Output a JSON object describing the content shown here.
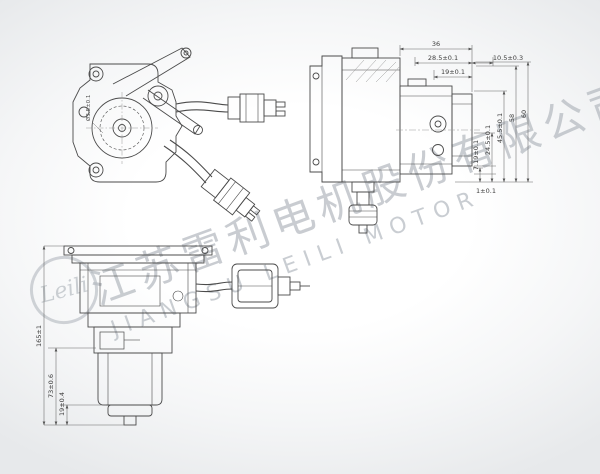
{
  "watermark": {
    "cn": "江苏雷利电机股份有限公司",
    "en": "JIANGSU LEILI MOTOR",
    "logo": "Leili"
  },
  "front_view": {
    "dim_shaft": "Ø3.5±0.1"
  },
  "side_view": {
    "dim_width": "36",
    "dim_upper": "28.5±0.1",
    "dim_upper_right": "10.5±0.3",
    "dim_inner": "19±0.1",
    "dims_right": [
      "7.19±0.1",
      "24.5±0.1",
      "45.5±0.1",
      "58",
      "60"
    ],
    "dim_bottom": "1±0.1"
  },
  "bottom_view": {
    "dims_left": [
      "165±1",
      "73±0.6",
      "19±0.4"
    ]
  }
}
